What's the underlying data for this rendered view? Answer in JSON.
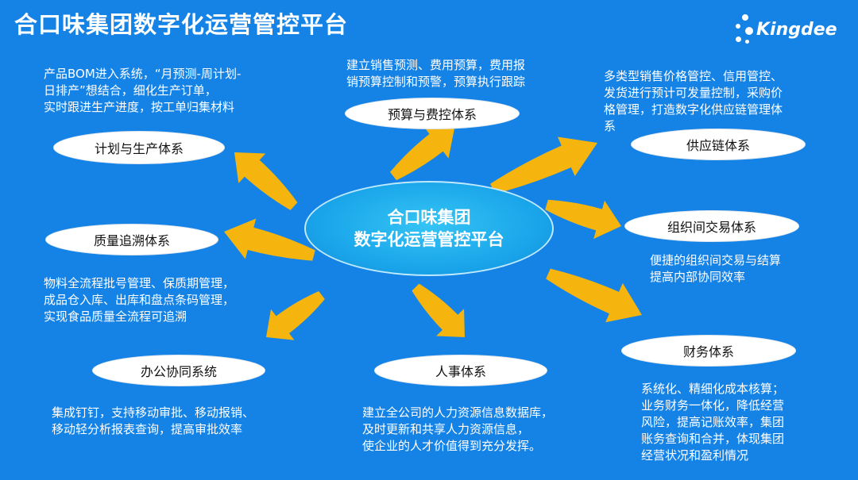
{
  "title": "合口味集团数字化运营管控平台",
  "logo": {
    "text": "Kingdee"
  },
  "hub": {
    "line1": "合口味集团",
    "line2": "数字化运营管控平台"
  },
  "colors": {
    "background": "#1583e6",
    "arrow": "#f6b40f",
    "pill": "#ffffff"
  },
  "systems": {
    "planning": {
      "label": "计划与生产体系",
      "desc": "产品BOM进入系统，“月预测-周计划-\n日排产”想结合，细化生产订单，\n实时跟进生产进度，按工单归集材料"
    },
    "budget": {
      "label": "预算与费控体系",
      "desc": "建立销售预测、费用预算，费用报\n销预算控制和预警，预算执行跟踪"
    },
    "supply": {
      "label": "供应链体系",
      "desc": "多类型销售价格管控、信用管控、\n发货进行预计可发量控制，采购价\n格管理，打造数字化供应链管理体\n系"
    },
    "quality": {
      "label": "质量追溯体系",
      "desc": "物料全流程批号管理、保质期管理，\n成品仓入库、出库和盘点条码管理，\n实现食品质量全流程可追溯"
    },
    "interorg": {
      "label": "组织间交易体系",
      "desc": "便捷的组织间交易与结算\n提高内部协同效率"
    },
    "office": {
      "label": "办公协同系统",
      "desc": "集成钉钉，支持移动审批、移动报销、\n移动轻分析报表查询，提高审批效率"
    },
    "hr": {
      "label": "人事体系",
      "desc": "建立全公司的人力资源信息数据库，\n及时更新和共享人力资源信息，\n使企业的人才价值得到充分发挥。"
    },
    "finance": {
      "label": "财务体系",
      "desc": "系统化、精细化成本核算；\n业务财务一体化，降低经营\n风险，提高记账效率，集团\n账务查询和合并，体现集团\n经营状况和盈利情况"
    }
  }
}
